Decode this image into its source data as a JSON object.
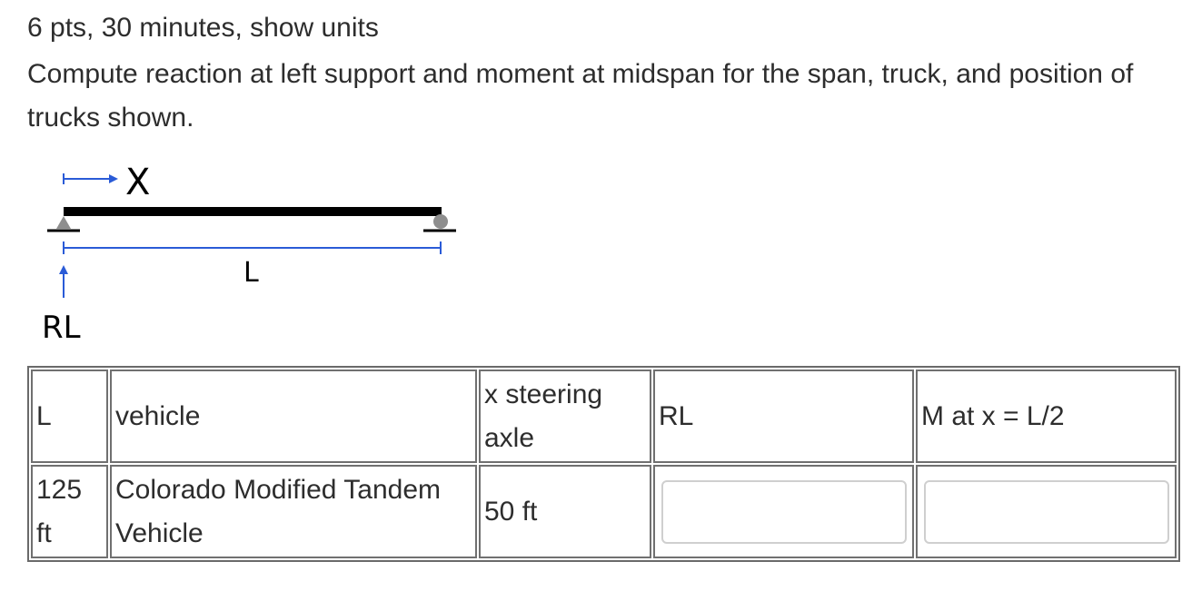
{
  "question": {
    "meta": "6 pts, 30 minutes, show units",
    "prompt": "Compute reaction at left support and moment at midspan for the span, truck, and position of trucks shown."
  },
  "diagram": {
    "x_label": "X",
    "span_label": "L",
    "reaction_label": "RL",
    "colors": {
      "beam": "#000000",
      "dimension": "#2a5bd7",
      "support": "#8e8e8e"
    }
  },
  "table": {
    "headers": {
      "L": "L",
      "vehicle": "vehicle",
      "x_steering_axle": "x steering axle",
      "RL": "RL",
      "M": "M at x = L/2"
    },
    "row": {
      "L": "125 ft",
      "vehicle": "Colorado Modified Tandem Vehicle",
      "x_steering_axle": "50 ft",
      "RL_value": "",
      "M_value": ""
    }
  }
}
